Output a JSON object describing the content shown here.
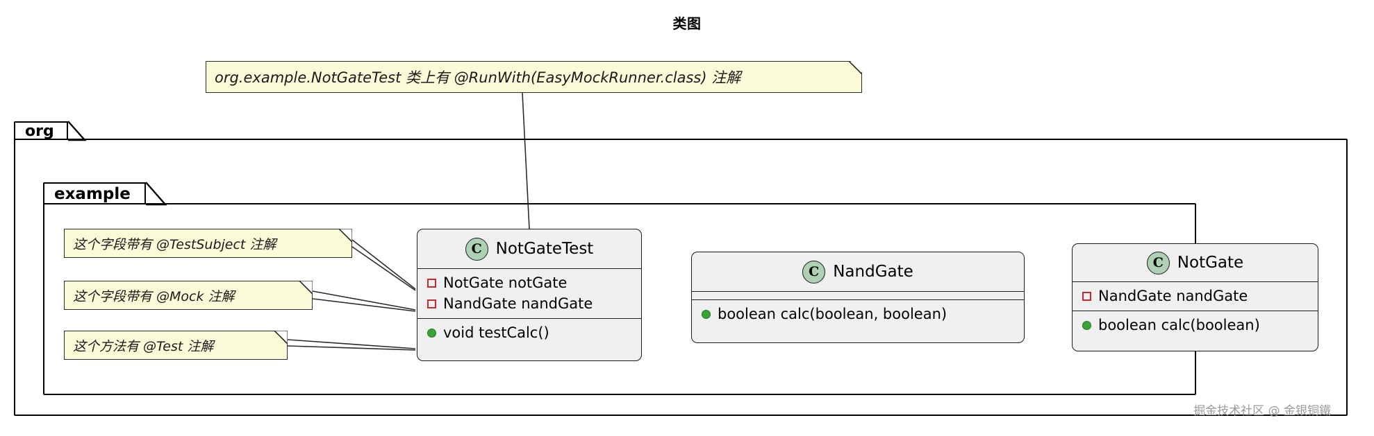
{
  "diagram": {
    "title": "类图",
    "watermark": "掘金技术社区 @ 金银铜鐵",
    "colors": {
      "note_background": "#fbfbd8",
      "class_background": "#f0f0f0",
      "stereotype_circle": "#ADD1B2",
      "private_marker": "#C82930",
      "public_marker": "#38A437",
      "line": "#1b1b1b"
    }
  },
  "packages": [
    {
      "name": "org"
    },
    {
      "name": "example"
    }
  ],
  "notes": [
    {
      "id": "runwith",
      "text": "org.example.NotGateTest 类上有 @RunWith(EasyMockRunner.class) 注解"
    },
    {
      "id": "testsubject",
      "text": "这个字段带有 @TestSubject 注解"
    },
    {
      "id": "mock",
      "text": "这个字段带有 @Mock 注解"
    },
    {
      "id": "test",
      "text": "这个方法有 @Test 注解"
    }
  ],
  "classes": [
    {
      "name": "NotGateTest",
      "stereotype": "C",
      "fields": [
        {
          "visibility": "private",
          "text": "NotGate notGate"
        },
        {
          "visibility": "private",
          "text": "NandGate nandGate"
        }
      ],
      "methods": [
        {
          "visibility": "public",
          "text": "void testCalc()"
        }
      ]
    },
    {
      "name": "NandGate",
      "stereotype": "C",
      "fields": [],
      "methods": [
        {
          "visibility": "public",
          "text": "boolean calc(boolean, boolean)"
        }
      ]
    },
    {
      "name": "NotGate",
      "stereotype": "C",
      "fields": [
        {
          "visibility": "private",
          "text": "NandGate nandGate"
        }
      ],
      "methods": [
        {
          "visibility": "public",
          "text": "boolean calc(boolean)"
        }
      ]
    }
  ]
}
